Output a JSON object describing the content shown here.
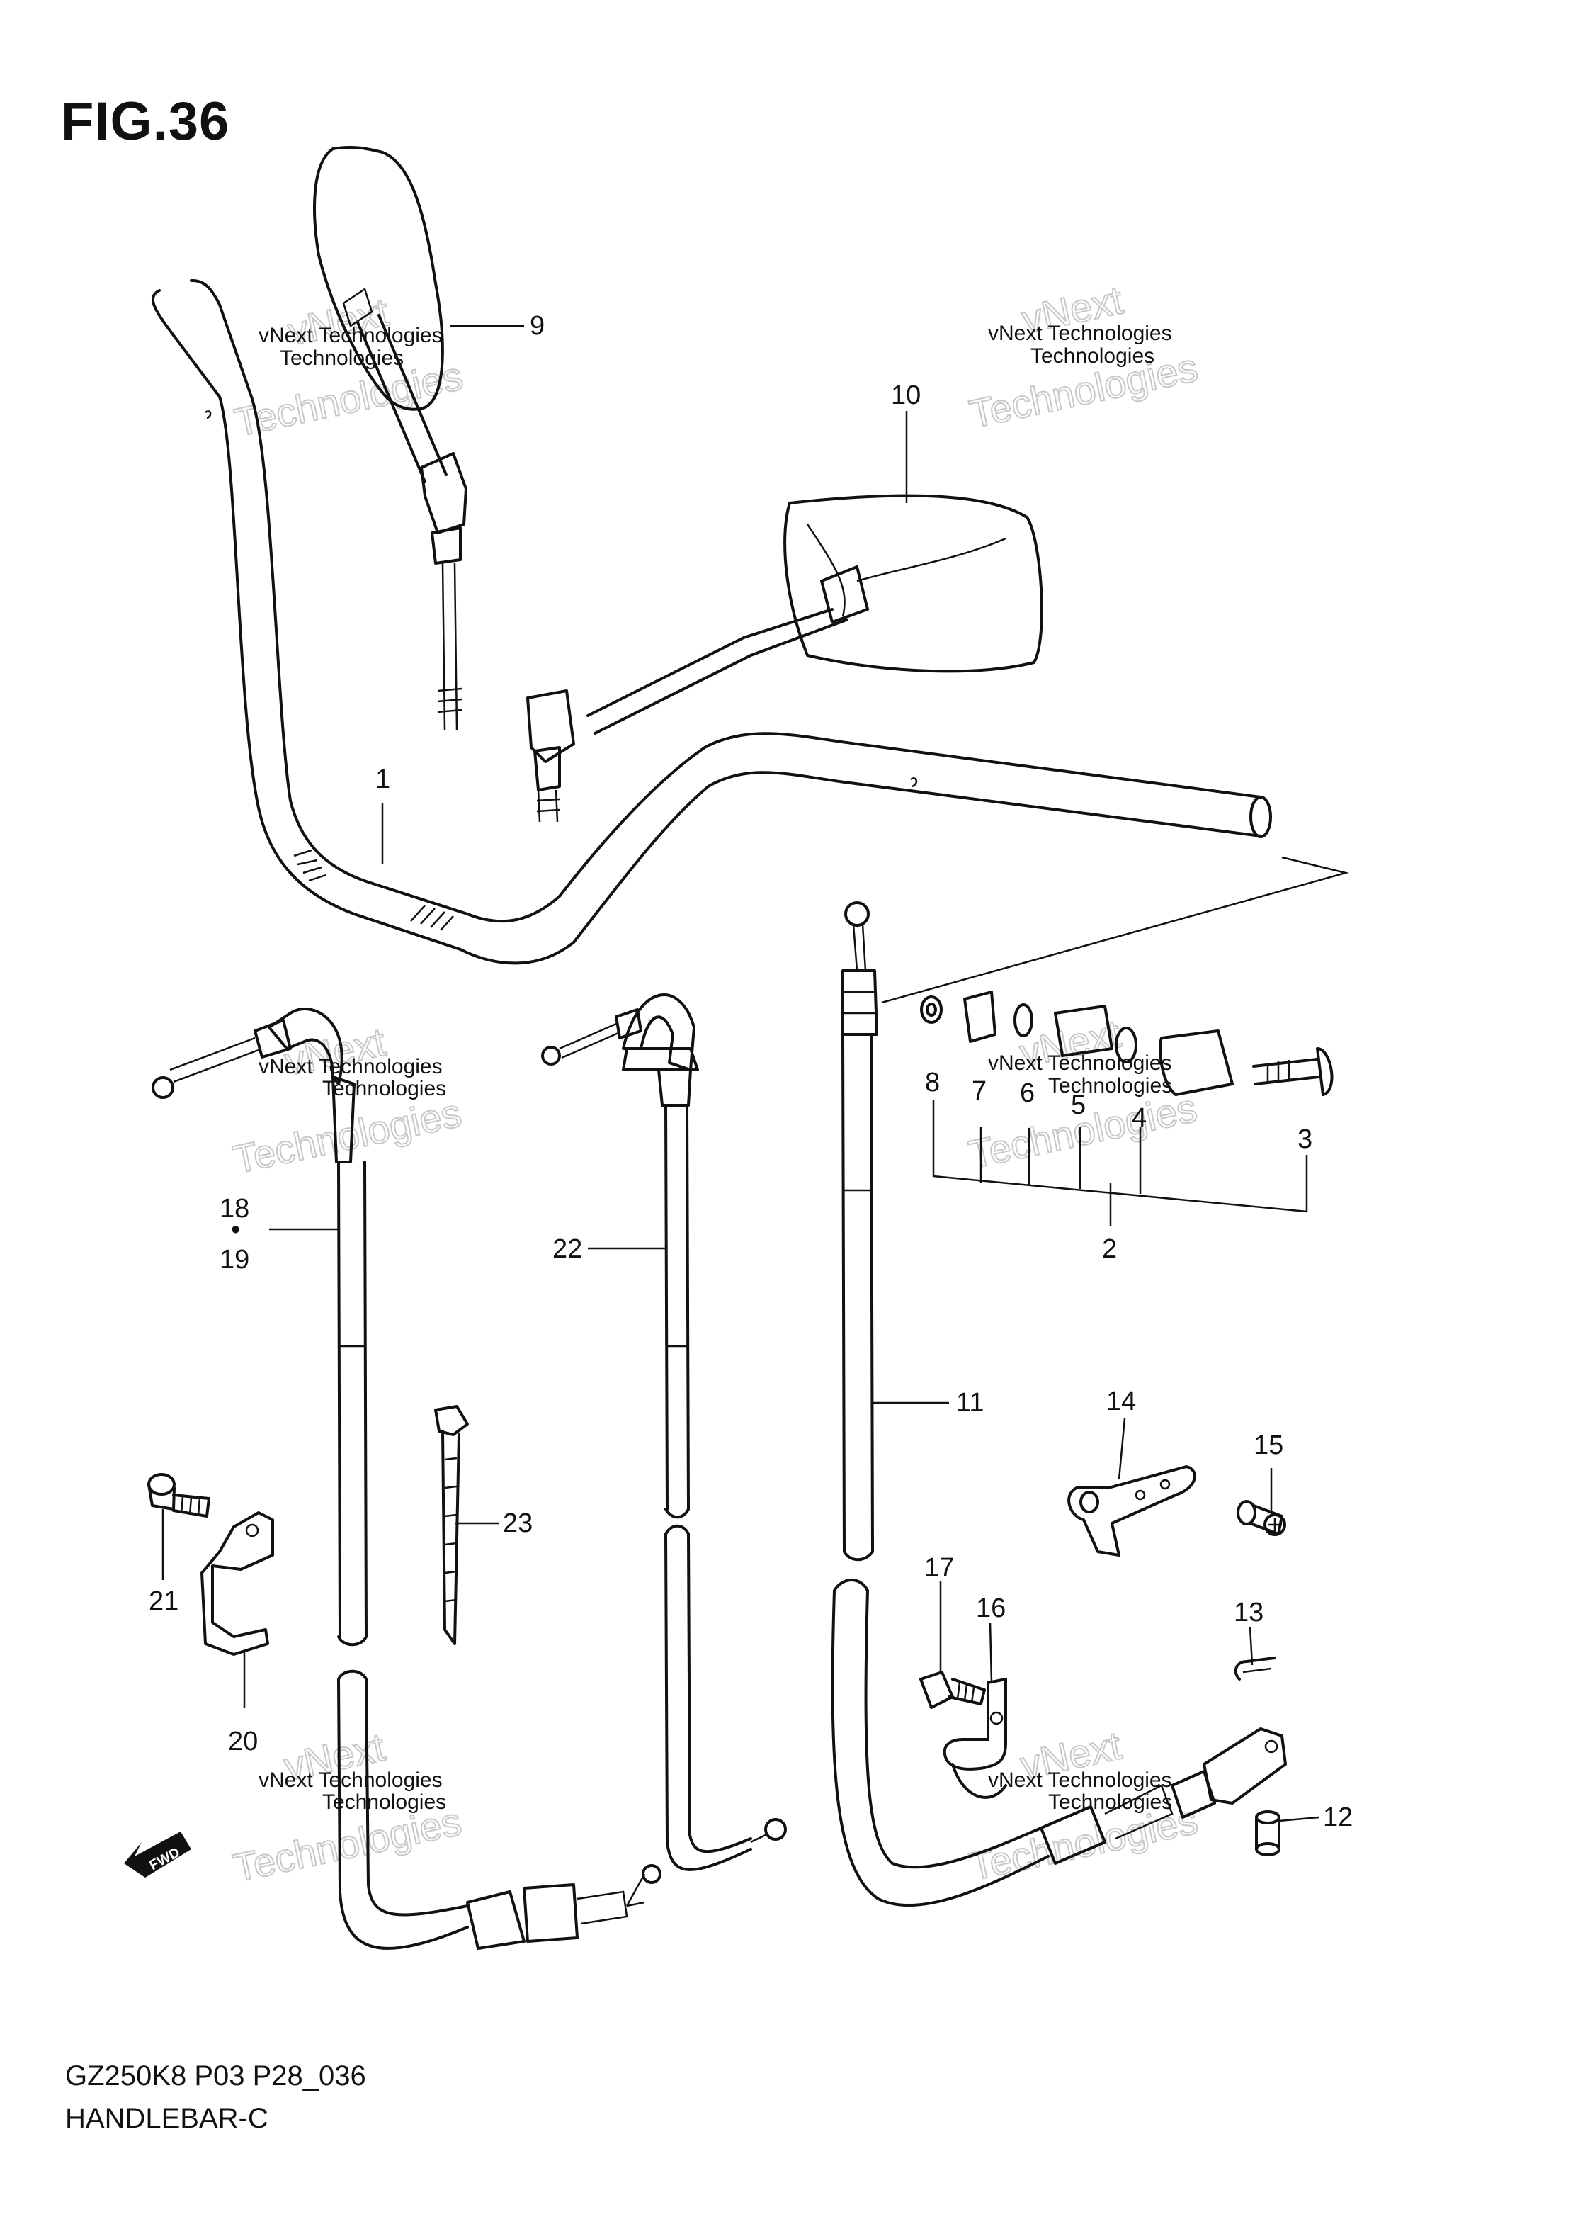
{
  "figure": {
    "title": "FIG.36"
  },
  "footer": {
    "model_code": "GZ250K8 P03 P28_036",
    "section_name": "HANDLEBAR-C"
  },
  "fwd_badge": "FWD",
  "watermark": {
    "line1": "vNext Technologies",
    "line2": "Technologies",
    "line3": "vNext"
  },
  "callouts": {
    "c1": "1",
    "c2": "2",
    "c3": "3",
    "c4": "4",
    "c5": "5",
    "c6": "6",
    "c7": "7",
    "c8": "8",
    "c9": "9",
    "c10": "10",
    "c11": "11",
    "c12": "12",
    "c13": "13",
    "c14": "14",
    "c15": "15",
    "c16": "16",
    "c17": "17",
    "c18": "18",
    "c18_sep": "•",
    "c19": "19",
    "c20": "20",
    "c21": "21",
    "c22": "22",
    "c23": "23"
  },
  "colors": {
    "line": "#111111",
    "watermark": "#c8c8c8",
    "background": "#ffffff"
  }
}
